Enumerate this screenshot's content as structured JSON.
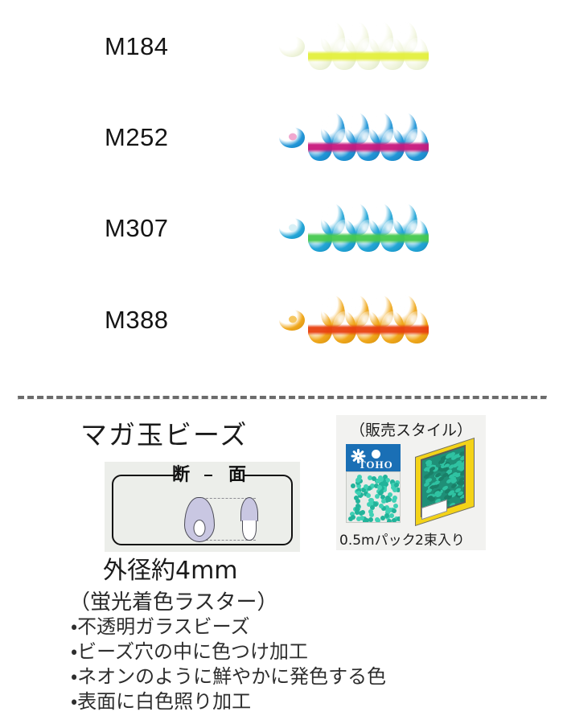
{
  "swatches": [
    {
      "code": "M184",
      "glass_color": "#f2f6e0",
      "glass_edge": "#d9e4bf",
      "inner_color": "#e3ef3c",
      "hole_color": "#ffffff"
    },
    {
      "code": "M252",
      "glass_color": "#2196d8",
      "glass_edge": "#1279b5",
      "inner_color": "#c7187e",
      "hole_color": "#f0a8cf"
    },
    {
      "code": "M307",
      "glass_color": "#23a6d8",
      "glass_edge": "#1487b6",
      "inner_color": "#46c94f",
      "hole_color": "#d8f0f6"
    },
    {
      "code": "M388",
      "glass_color": "#f0a81c",
      "glass_edge": "#d08a0c",
      "inner_color": "#e8400f",
      "hole_color": "#f6c760"
    }
  ],
  "divider": {
    "style": "dashed",
    "color": "#6b6b6b"
  },
  "detail": {
    "product_title": "マガ玉ビーズ",
    "cross_section": {
      "label_left": "断",
      "label_right": "面"
    },
    "size_label": "外径約4mm",
    "finish_label": "（蛍光着色ラスター）",
    "features": [
      "・不透明ガラスビーズ",
      "・ビーズ穴の中に色つけ加工",
      "・ネオンのように鮮やかに発色する色",
      "・表面に白色照り加工"
    ]
  },
  "retail": {
    "caption": "（販売スタイル）",
    "brand": "TOHO",
    "bag_caption": "0.5mパック",
    "box_caption": "2束入り",
    "brand_bg": "#1a6fb5",
    "box_color": "#f4d318",
    "bead_color": "#22b39a"
  }
}
